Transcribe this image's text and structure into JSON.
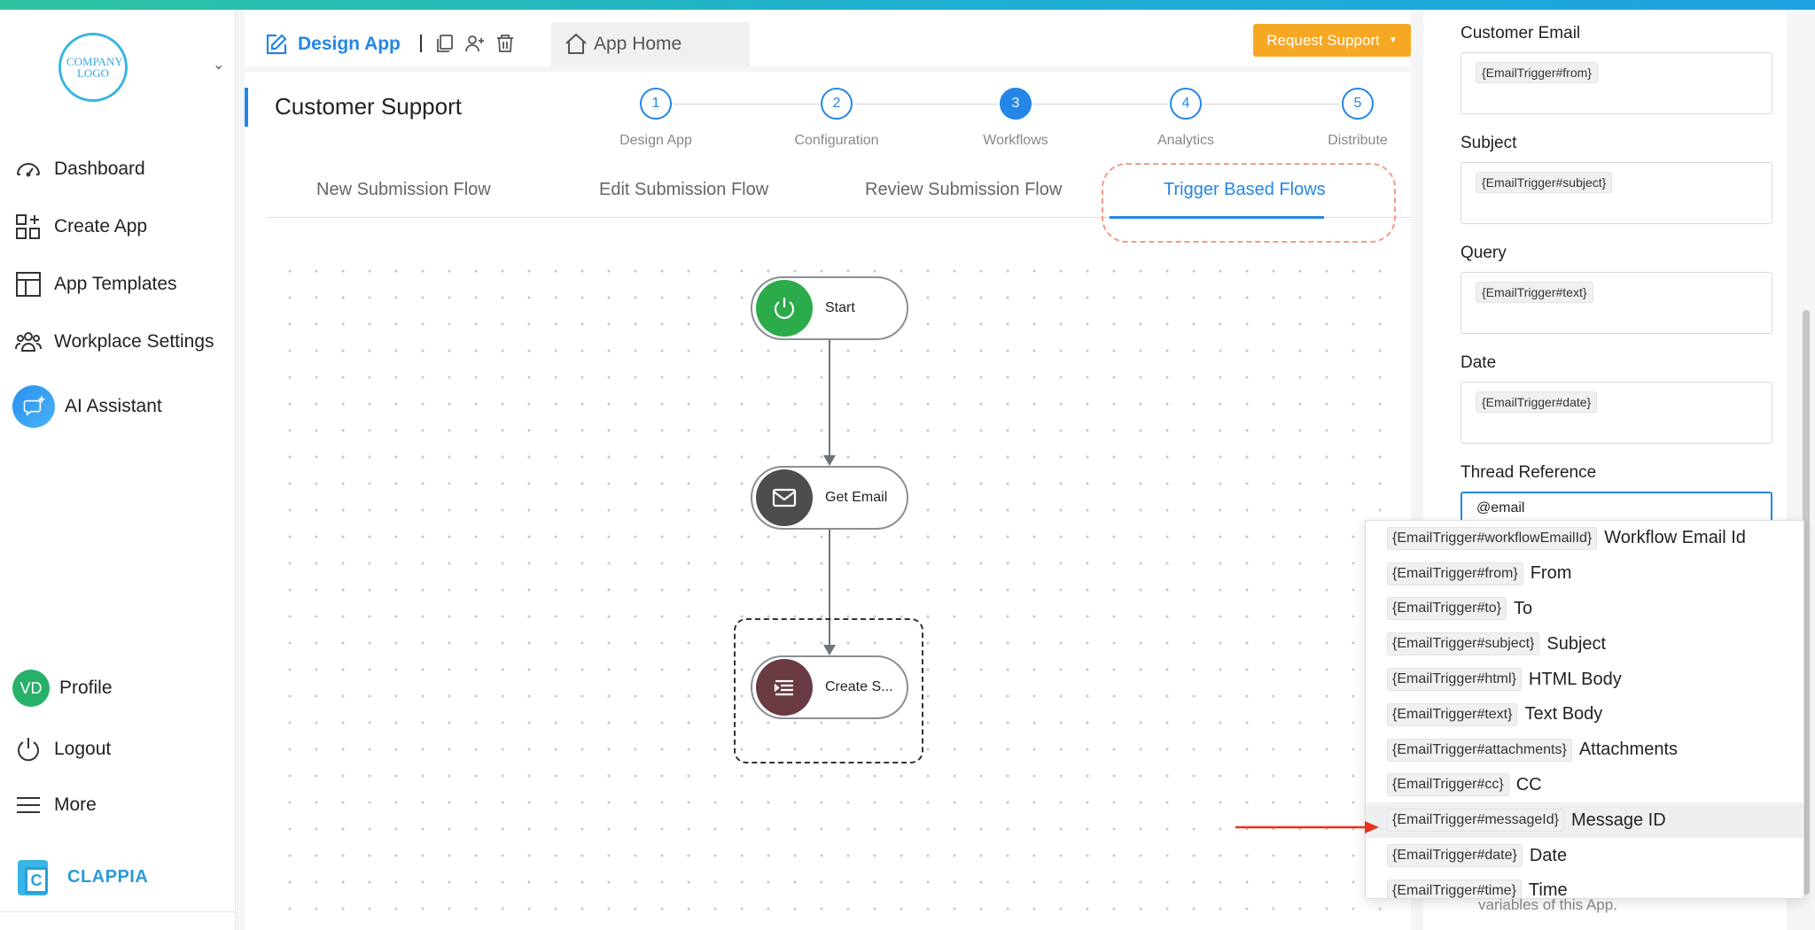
{
  "sidebar": {
    "logo_text": "COMPANY LOGO",
    "nav": [
      {
        "label": "Dashboard"
      },
      {
        "label": "Create App"
      },
      {
        "label": "App Templates"
      },
      {
        "label": "Workplace Settings"
      },
      {
        "label": "AI Assistant"
      }
    ],
    "bottom": [
      {
        "label": "Profile",
        "avatar": "VD"
      },
      {
        "label": "Logout"
      },
      {
        "label": "More"
      }
    ],
    "brand": "CLAPPIA"
  },
  "header": {
    "design_tab": "Design App",
    "home_tab": "App Home",
    "request_support": "Request Support"
  },
  "page": {
    "title": "Customer Support",
    "steps": [
      {
        "num": "1",
        "label": "Design App"
      },
      {
        "num": "2",
        "label": "Configuration"
      },
      {
        "num": "3",
        "label": "Workflows"
      },
      {
        "num": "4",
        "label": "Analytics"
      },
      {
        "num": "5",
        "label": "Distribute"
      }
    ],
    "active_step": 3,
    "flow_tabs": [
      "New Submission Flow",
      "Edit Submission Flow",
      "Review Submission Flow",
      "Trigger Based Flows"
    ],
    "active_flow_tab": 3
  },
  "workflow": {
    "nodes": [
      {
        "label": "Start",
        "icon": "power-icon",
        "color": "#2bab4a"
      },
      {
        "label": "Get Email",
        "icon": "mail-icon",
        "color": "#4b4d4f"
      },
      {
        "label": "Create S...",
        "icon": "list-icon",
        "color": "#6b3b44"
      }
    ]
  },
  "panel": {
    "fields": [
      {
        "label": "Customer Email",
        "chip": "{EmailTrigger#from}"
      },
      {
        "label": "Subject",
        "chip": "{EmailTrigger#subject}"
      },
      {
        "label": "Query",
        "chip": "{EmailTrigger#text}"
      },
      {
        "label": "Date",
        "chip": "{EmailTrigger#date}"
      }
    ],
    "thread_label": "Thread Reference",
    "thread_value": "@email",
    "helper": "variables of this App.",
    "dropdown": [
      {
        "chip": "{EmailTrigger#workflowEmailId}",
        "label": "Workflow Email Id"
      },
      {
        "chip": "{EmailTrigger#from}",
        "label": "From"
      },
      {
        "chip": "{EmailTrigger#to}",
        "label": "To"
      },
      {
        "chip": "{EmailTrigger#subject}",
        "label": "Subject"
      },
      {
        "chip": "{EmailTrigger#html}",
        "label": "HTML Body"
      },
      {
        "chip": "{EmailTrigger#text}",
        "label": "Text Body"
      },
      {
        "chip": "{EmailTrigger#attachments}",
        "label": "Attachments"
      },
      {
        "chip": "{EmailTrigger#cc}",
        "label": "CC"
      },
      {
        "chip": "{EmailTrigger#messageId}",
        "label": "Message ID"
      },
      {
        "chip": "{EmailTrigger#date}",
        "label": "Date"
      },
      {
        "chip": "{EmailTrigger#time}",
        "label": "Time"
      }
    ],
    "highlighted_index": 8
  },
  "colors": {
    "accent": "#2486e6",
    "request_button": "#f7a823",
    "annotation_arrow": "#e8321e"
  }
}
